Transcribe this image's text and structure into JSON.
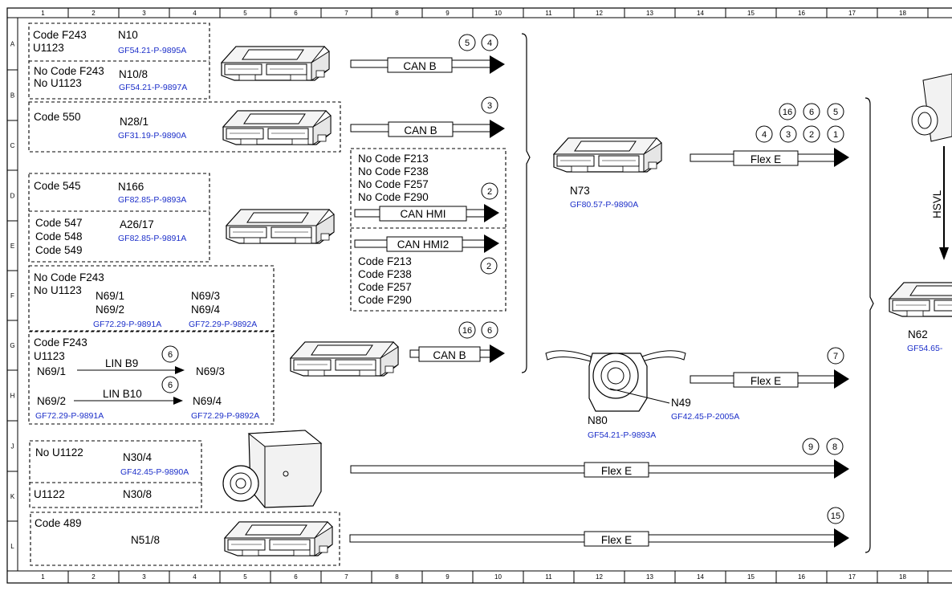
{
  "grid": {
    "cols": [
      "1",
      "2",
      "3",
      "4",
      "5",
      "6",
      "7",
      "8",
      "9",
      "10",
      "11",
      "12",
      "13",
      "14",
      "15",
      "16",
      "17",
      "18"
    ],
    "rows": [
      "A",
      "B",
      "C",
      "D",
      "E",
      "F",
      "G",
      "H",
      "J",
      "K",
      "L"
    ]
  },
  "groups": {
    "n10": {
      "code": "Code F243",
      "code2": "U1123",
      "name": "N10",
      "ref": "GF54.21-P-9895A"
    },
    "n10_8": {
      "code": "No  Code F243",
      "code2": "No  U1123",
      "name": "N10/8",
      "ref": "GF54.21-P-9897A"
    },
    "n28_1": {
      "code": "Code 550",
      "name": "N28/1",
      "ref": "GF31.19-P-9890A"
    },
    "n166": {
      "code": "Code 545",
      "name": "N166",
      "ref": "GF82.85-P-9893A"
    },
    "a26_17": {
      "codes": [
        "Code 547",
        "Code 548",
        "Code 549"
      ],
      "name": "A26/17",
      "ref": "GF82.85-P-9891A"
    },
    "n69_nocode": {
      "code": "No Code F243",
      "code2": "No U1123",
      "n1": "N69/1",
      "n2": "N69/2",
      "n3": "N69/3",
      "n4": "N69/4",
      "ref1": "GF72.29-P-9891A",
      "ref2": "GF72.29-P-9892A"
    },
    "n69_code": {
      "code": "Code F243",
      "code2": "U1123",
      "n1": "N69/1",
      "n2": "N69/2",
      "n3": "N69/3",
      "n4": "N69/4",
      "lin1": "LIN B9",
      "lin2": "LIN B10",
      "c1": "6",
      "c2": "6",
      "ref1": "GF72.29-P-9891A",
      "ref2": "GF72.29-P-9892A"
    },
    "n30_4": {
      "code": "No U1122",
      "name": "N30/4",
      "ref": "GF42.45-P-9890A"
    },
    "n30_8": {
      "code": "U1122",
      "name": "N30/8"
    },
    "n51_8": {
      "code": "Code 489",
      "name": "N51/8"
    },
    "hmi": {
      "codes": [
        "No Code F213",
        "No Code F238",
        "No Code F257",
        "No Code F290"
      ]
    },
    "hmi2": {
      "codes": [
        "Code F213",
        "Code F238",
        "Code F257",
        "Code F290"
      ]
    }
  },
  "buses": {
    "canb1": "CAN B",
    "canb2": "CAN B",
    "canb3": "CAN B",
    "hmi": "CAN HMI",
    "hmi2": "CAN HMI2",
    "flex1": "Flex E",
    "flex2": "Flex E",
    "flex3": "Flex E",
    "flex4": "Flex E",
    "hsvl": "HSVL"
  },
  "circles": {
    "a1": "5",
    "a2": "4",
    "b1": "3",
    "hmi": "2",
    "hmi2": "2",
    "g1": "16",
    "g2": "6",
    "f1a": "16",
    "f1b": "6",
    "f1c": "5",
    "f1d": "4",
    "f1e": "3",
    "f1f": "2",
    "f1g": "1",
    "f2": "7",
    "f3a": "9",
    "f3b": "8",
    "f4": "15"
  },
  "modules": {
    "n73": {
      "name": "N73",
      "ref": "GF80.57-P-9890A"
    },
    "n80": {
      "name": "N80",
      "ref": "GF54.21-P-9893A"
    },
    "n49": {
      "name": "N49",
      "ref": "GF42.45-P-2005A"
    },
    "n62": {
      "name": "N62",
      "ref": "GF54.65-"
    }
  }
}
